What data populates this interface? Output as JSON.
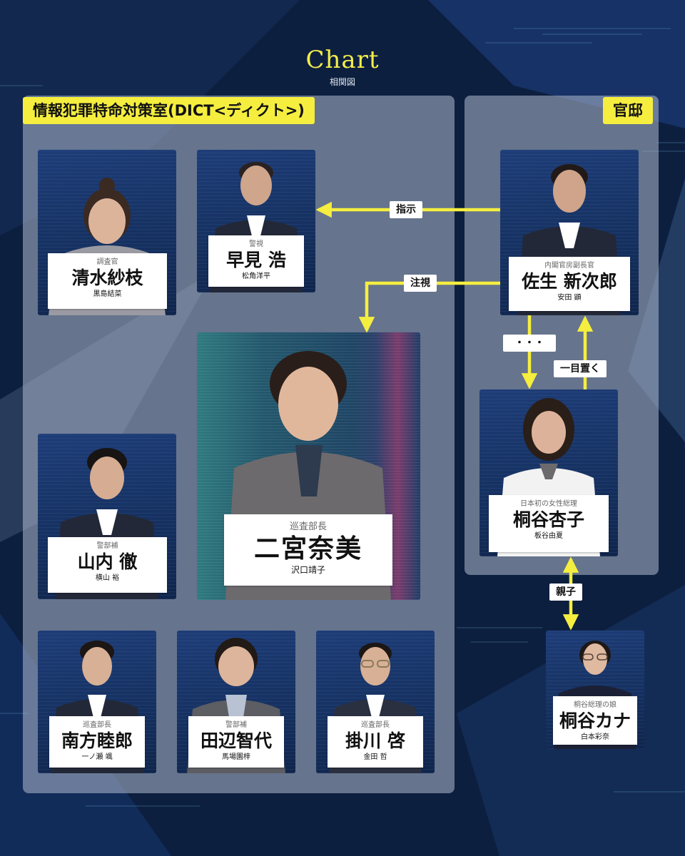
{
  "header": {
    "title": "Chart",
    "subtitle": "相関図"
  },
  "groups": {
    "dict": "情報犯罪特命対策室(DICT<ディクト>)",
    "kantei": "官邸"
  },
  "people": {
    "shimizu": {
      "role": "調査官",
      "name": "清水紗枝",
      "actor": "黒島結菜"
    },
    "hayami": {
      "role": "警視",
      "name": "早見 浩",
      "actor": "松角洋平"
    },
    "sao": {
      "role": "内閣官房副長官",
      "name": "佐生 新次郎",
      "actor": "安田 顕"
    },
    "ninomiya": {
      "role": "巡査部長",
      "name": "二宮奈美",
      "actor": "沢口靖子"
    },
    "yamauchi": {
      "role": "警部補",
      "name": "山内 徹",
      "actor": "横山 裕"
    },
    "kiriya": {
      "role": "日本初の女性総理",
      "name": "桐谷杏子",
      "actor": "板谷由夏"
    },
    "minakata": {
      "role": "巡査部長",
      "name": "南方睦郎",
      "actor": "一ノ瀬 颯"
    },
    "tanabe": {
      "role": "警部補",
      "name": "田辺智代",
      "actor": "馬場園梓"
    },
    "kakegawa": {
      "role": "巡査部長",
      "name": "掛川 啓",
      "actor": "金田 哲"
    },
    "kana": {
      "role": "桐谷総理の娘",
      "name": "桐谷カナ",
      "actor": "白本彩奈"
    }
  },
  "relations": {
    "shiji": "指示",
    "chushi": "注視",
    "dots": "・・・",
    "ichimoku": "一目置く",
    "oyako": "親子"
  },
  "colors": {
    "accent": "#f5ee3f",
    "background": "#0d1f3f"
  }
}
